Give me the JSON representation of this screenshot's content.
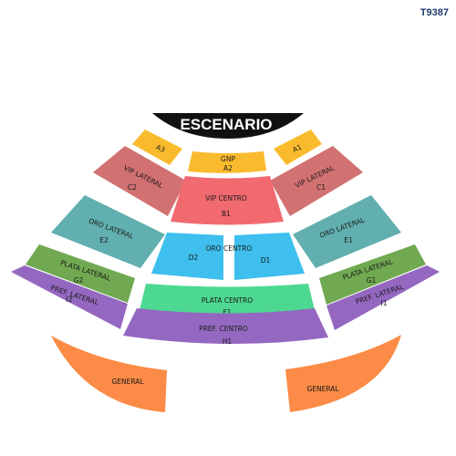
{
  "event_id": "T9387",
  "stage": {
    "label": "ESCENARIO"
  },
  "colors": {
    "stage": "#111111",
    "gnp_a": "#f9bb2d",
    "vip_lateral": "#d27172",
    "vip_centro": "#f06a70",
    "oro_lateral": "#61afae",
    "oro_centro": "#3ebfee",
    "plata_lateral": "#70a951",
    "plata_centro": "#4dd891",
    "pref": "#9468c0",
    "general": "#fb8b46"
  },
  "sections": {
    "a3": {
      "line1": "A3"
    },
    "a1": {
      "line1": "A1"
    },
    "gnp": {
      "line1": "GNP",
      "line2": "A2"
    },
    "c2": {
      "line1": "VIP LATERAL",
      "line2": "C2"
    },
    "c1": {
      "line1": "VIP LATERAL",
      "line2": "C1"
    },
    "b1": {
      "line1": "VIP CENTRO",
      "line2": "B1"
    },
    "e2": {
      "line1": "ORO LATERAL",
      "line2": "E2"
    },
    "e1": {
      "line1": "ORO LATERAL",
      "line2": "E1"
    },
    "oro_centro": {
      "line1": "ORO CENTRO"
    },
    "d2": {
      "line1": "D2"
    },
    "d1": {
      "line1": "D1"
    },
    "g2": {
      "line1": "PLATA LATERAL",
      "line2": "G2"
    },
    "g1": {
      "line1": "PLATA LATERAL",
      "line2": "G1"
    },
    "f1": {
      "line1": "PLATA CENTRO",
      "line2": "F1"
    },
    "i2": {
      "line1": "PREF. LATERAL",
      "line2": "I2"
    },
    "i1": {
      "line1": "PREF. LATERAL",
      "line2": "I1"
    },
    "h1": {
      "line1": "PREF. CENTRO",
      "line2": "H1"
    },
    "general_left": {
      "line1": "GENERAL"
    },
    "general_right": {
      "line1": "GENERAL"
    }
  }
}
